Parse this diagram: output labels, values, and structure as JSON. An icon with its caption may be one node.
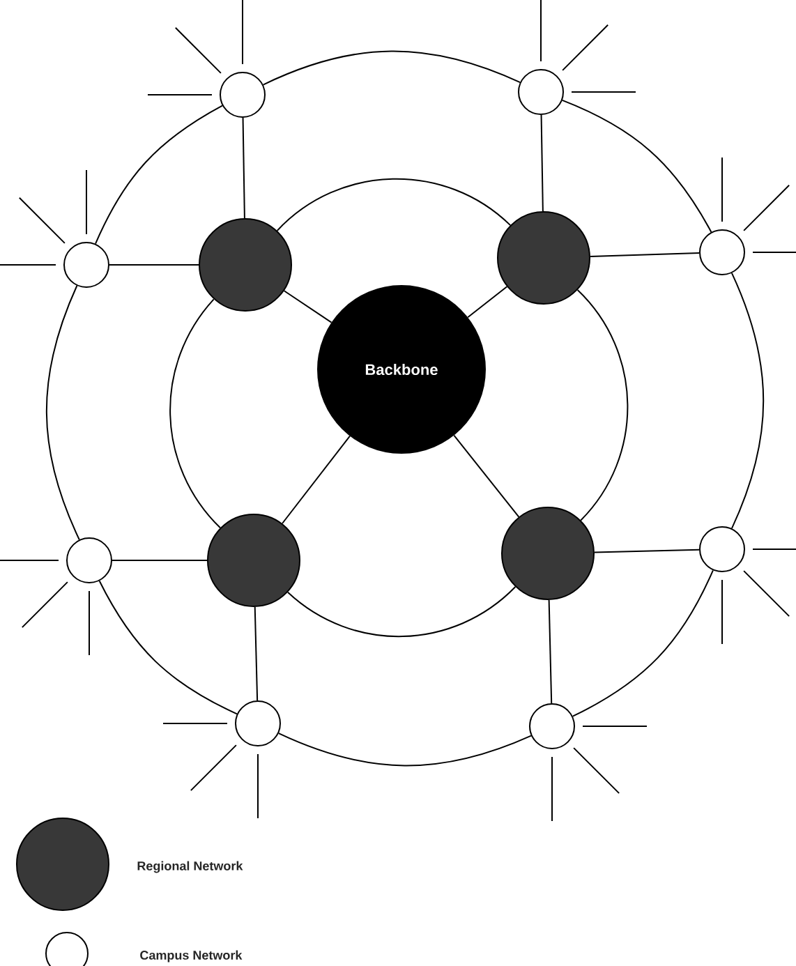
{
  "diagram": {
    "nodes": [
      {
        "text": [],
        "shape": "circle"
      },
      {
        "text": [],
        "shape": "circle"
      },
      {
        "text": [],
        "shape": "circle"
      },
      {
        "text": [],
        "shape": "circle"
      },
      {
        "text": [],
        "shape": "circle"
      },
      {
        "text": [],
        "shape": "circle"
      },
      {
        "text": [
          "Backbone"
        ]
      },
      {
        "text": [],
        "shape": "circle"
      },
      {
        "text": [],
        "shape": "circle"
      },
      {
        "text": [],
        "shape": "circle"
      },
      {
        "text": [],
        "shape": "circle"
      },
      {
        "text": [],
        "shape": "circle"
      },
      {
        "text": [],
        "shape": "circle"
      }
    ],
    "edges": [
      {
        "from": 6,
        "to": 3,
        "arrow": "none"
      },
      {
        "from": 6,
        "to": 4,
        "arrow": "none"
      },
      {
        "from": 6,
        "to": 8,
        "arrow": "none"
      },
      {
        "from": 6,
        "to": 9,
        "arrow": "none"
      },
      {
        "from": 3,
        "to": 0,
        "arrow": "none"
      },
      {
        "from": 3,
        "to": 2,
        "arrow": "none"
      },
      {
        "from": 4,
        "to": 1,
        "arrow": "none"
      },
      {
        "from": 4,
        "to": 5,
        "arrow": "none"
      },
      {
        "from": 8,
        "to": 7,
        "arrow": "none"
      },
      {
        "from": 8,
        "to": 11,
        "arrow": "none"
      },
      {
        "from": 9,
        "to": 10,
        "arrow": "none"
      },
      {
        "from": 9,
        "to": 12,
        "arrow": "none"
      },
      {
        "from": 3,
        "to": 4,
        "arrow": "none"
      },
      {
        "from": 4,
        "to": 9,
        "arrow": "none"
      },
      {
        "from": 9,
        "to": 8,
        "arrow": "none"
      },
      {
        "from": 8,
        "to": 3,
        "arrow": "none"
      },
      {
        "from": 0,
        "to": 1,
        "arrow": "none"
      },
      {
        "from": 1,
        "to": 5,
        "arrow": "none"
      },
      {
        "from": 5,
        "to": 10,
        "arrow": "none"
      },
      {
        "from": 10,
        "to": 12,
        "arrow": "none"
      },
      {
        "from": 12,
        "to": 11,
        "arrow": "none"
      },
      {
        "from": 11,
        "to": 7,
        "arrow": "none"
      },
      {
        "from": 7,
        "to": 2,
        "arrow": "none"
      },
      {
        "from": 2,
        "to": 0,
        "arrow": "none"
      }
    ],
    "legend": [
      {
        "text": "Regional Network"
      },
      {
        "text": "Campus Network"
      }
    ]
  }
}
